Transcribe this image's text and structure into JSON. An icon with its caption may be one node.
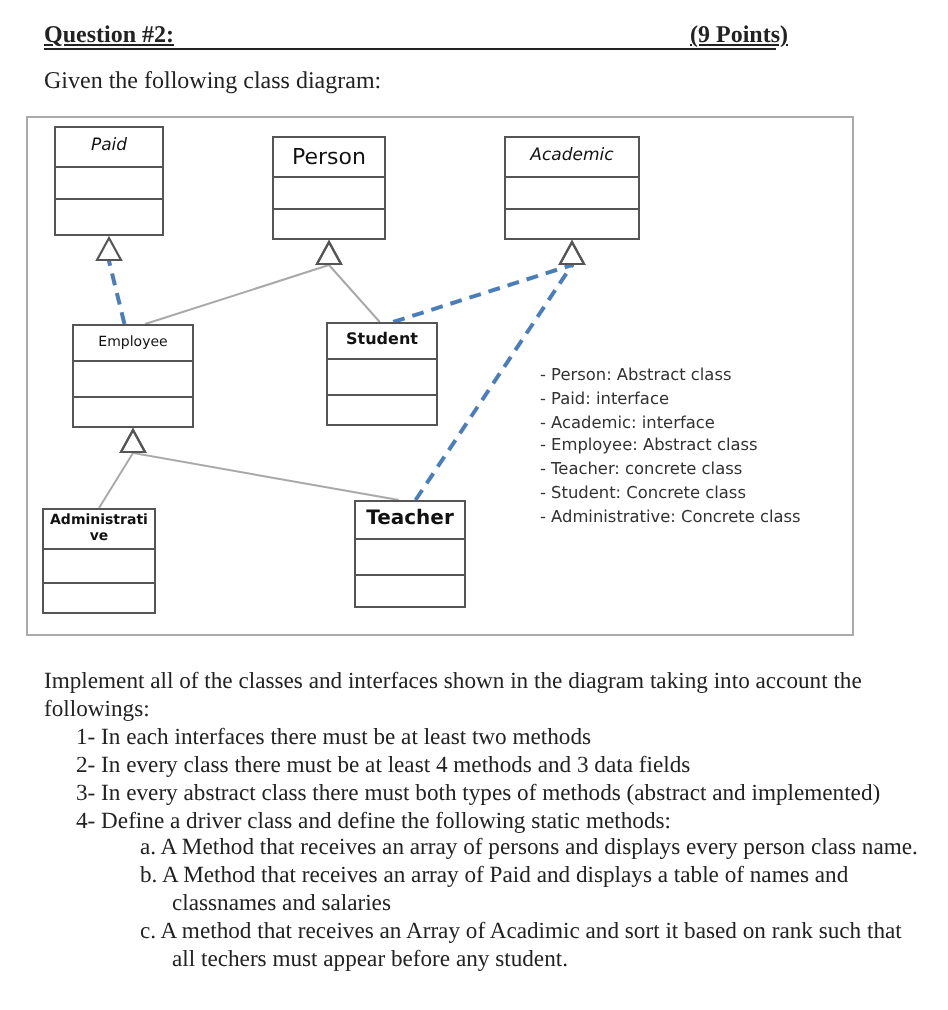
{
  "diagram": {
    "title": "Question #2:",
    "nodes": [
      {
        "text": [
          "Paid"
        ]
      },
      {
        "text": [
          "Person"
        ]
      },
      {
        "text": [
          "Academic"
        ]
      },
      {
        "text": [
          "Employee"
        ]
      },
      {
        "text": [
          "Student"
        ]
      },
      {
        "text": [
          "Administrative"
        ]
      },
      {
        "text": [
          "Teacher"
        ]
      }
    ],
    "edges": [
      {
        "from": 3,
        "to": 0,
        "arrow": "to",
        "style": "dashed",
        "color": "#4a7ebb"
      },
      {
        "from": 3,
        "to": 1,
        "arrow": "to"
      },
      {
        "from": 4,
        "to": 1,
        "arrow": "to"
      },
      {
        "from": 4,
        "to": 2,
        "arrow": "to",
        "style": "dashed",
        "color": "#4a7ebb"
      },
      {
        "from": 6,
        "to": 2,
        "arrow": "to",
        "style": "dashed",
        "color": "#4a7ebb"
      },
      {
        "from": 5,
        "to": 3,
        "arrow": "to"
      },
      {
        "from": 6,
        "to": 3,
        "arrow": "to"
      }
    ],
    "labels": [
      "(9 Points)",
      "Given the following class diagram:",
      "- Person: Abstract class",
      "- Paid: interface",
      "- Academic: interface",
      "- Employee: Abstract class",
      "- Teacher: concrete class",
      "- Student: Concrete class",
      "- Administrative: Concrete class",
      "Implement all of the classes and interfaces shown in the diagram taking into account the followings:",
      "1- In each interfaces there must be at least two methods",
      "2- In every class there must be at least 4 methods and 3 data fields",
      "3- In every abstract class there must both types of methods (abstract and implemented)",
      "4- Define a driver class and define the following static methods:",
      "a. A Method that receives an array of persons and displays every person class name.",
      "b. A Method that receives an array of Paid and displays a table of names and classnames and salaries",
      "c. A method that receives an Array of Acadimic and sort it based on rank such that all techers must appear before any student."
    ]
  }
}
